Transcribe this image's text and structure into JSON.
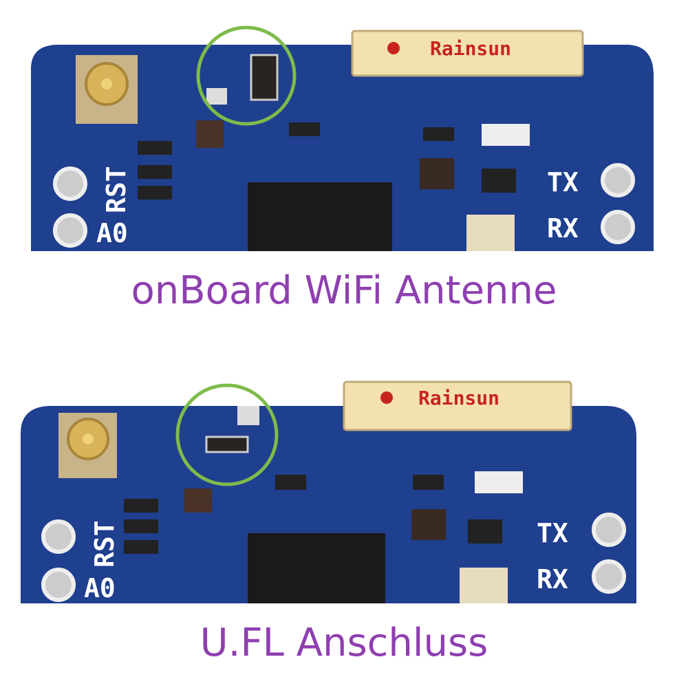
{
  "panels": [
    {
      "caption": "onBoard WiFi Antenne",
      "antenna_label": "Rainsun",
      "silkscreen": {
        "rst": "RST",
        "a0": "A0",
        "tx": "TX",
        "rx": "RX"
      },
      "highlight": "onboard-antenna-resistor-position"
    },
    {
      "caption": "U.FL Anschluss",
      "antenna_label": "Rainsun",
      "silkscreen": {
        "rst": "RST",
        "a0": "A0",
        "tx": "TX",
        "rx": "RX"
      },
      "highlight": "ufl-resistor-position"
    }
  ],
  "colors": {
    "caption": "#8e3fb0",
    "board": "#1f3f8f",
    "highlight_circle": "#7dbb4a",
    "antenna": "#f3e2b0",
    "antenna_text": "#c8241e"
  }
}
